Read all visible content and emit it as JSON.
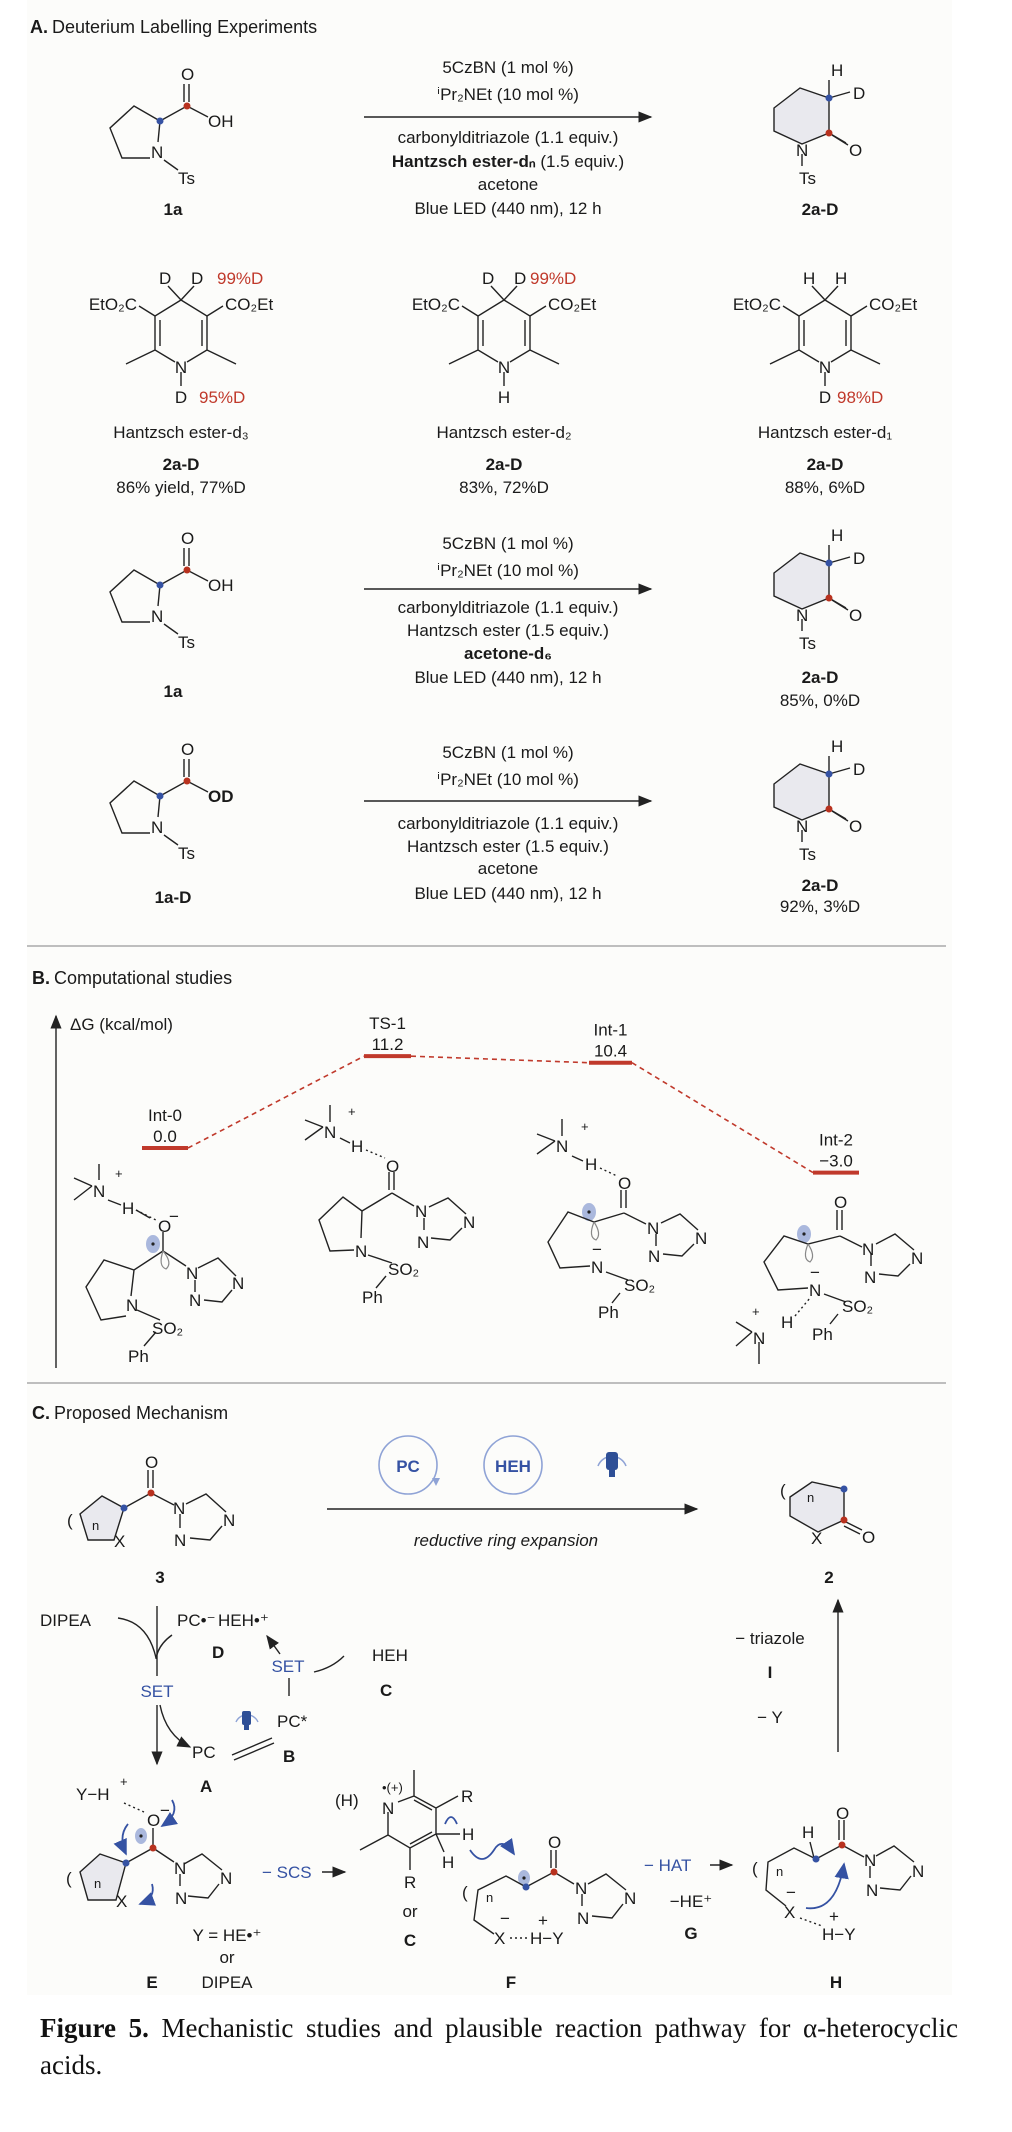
{
  "colors": {
    "deuterium_red": "#c0392b",
    "radical_blue": "#3552a3",
    "energy_bar": "#c0392b"
  },
  "sectionA": {
    "letter": "A.",
    "title": "Deuterium Labelling Experiments",
    "reactions": [
      {
        "sm_label": "1a",
        "sm_atoms": [
          "O",
          "OH",
          "N",
          "Ts"
        ],
        "conditions": [
          "5CzBN (1 mol %)",
          "ⁱPr₂NEt (10 mol %)",
          "carbonylditriazole (1.1 equiv.)",
          "Hantzsch ester-dₙ",
          " (1.5 equiv.)",
          "acetone",
          "Blue LED (440 nm), 12 h"
        ],
        "product_label": "2a-D",
        "product_atoms": [
          "H",
          "D",
          "N",
          "O",
          "Ts"
        ],
        "result": ""
      },
      {
        "sm_label": "1a",
        "sm_atoms": [
          "O",
          "OH",
          "N",
          "Ts"
        ],
        "conditions": [
          "5CzBN (1 mol %)",
          "ⁱPr₂NEt (10 mol %)",
          "carbonylditriazole (1.1 equiv.)",
          "Hantzsch ester (1.5 equiv.)",
          "acetone-d₆",
          "Blue LED (440 nm), 12 h"
        ],
        "product_label": "2a-D",
        "product_atoms": [
          "H",
          "D",
          "N",
          "O",
          "Ts"
        ],
        "result": "85%, 0%D"
      },
      {
        "sm_label": "1a-D",
        "sm_atoms": [
          "O",
          "OD",
          "N",
          "Ts"
        ],
        "conditions": [
          "5CzBN (1 mol %)",
          "ⁱPr₂NEt (10 mol %)",
          "carbonylditriazole (1.1 equiv.)",
          "Hantzsch ester (1.5 equiv.)",
          "acetone",
          "Blue LED (440 nm), 12 h"
        ],
        "product_label": "2a-D",
        "product_atoms": [
          "H",
          "D",
          "N",
          "O",
          "Ts"
        ],
        "result": "92%, 3%D"
      }
    ],
    "hantzsch_esters": [
      {
        "c4_left": "D",
        "c4_right": "D",
        "c4_pct": "99%D",
        "ester_left": "EtO₂C",
        "ester_right": "CO₂Et",
        "n_atom": "N",
        "n_sub": "D",
        "n_pct": "95%D",
        "name": "Hantzsch ester-d₃",
        "product": "2a-D",
        "result": "86% yield, 77%D"
      },
      {
        "c4_left": "D",
        "c4_right": "D",
        "c4_pct": "99%D",
        "ester_left": "EtO₂C",
        "ester_right": "CO₂Et",
        "n_atom": "N",
        "n_sub": "H",
        "n_pct": "",
        "name": "Hantzsch ester-d₂",
        "product": "2a-D",
        "result": "83%, 72%D"
      },
      {
        "c4_left": "H",
        "c4_right": "H",
        "c4_pct": "",
        "ester_left": "EtO₂C",
        "ester_right": "CO₂Et",
        "n_atom": "N",
        "n_sub": "D",
        "n_pct": "98%D",
        "name": "Hantzsch ester-d₁",
        "product": "2a-D",
        "result": "88%, 6%D"
      }
    ]
  },
  "sectionB": {
    "letter": "B.",
    "title": "Computational studies",
    "axis_label": "ΔG (kcal/mol)",
    "states": [
      {
        "name": "Int-0",
        "energy": "0.0",
        "value": 0.0
      },
      {
        "name": "TS-1",
        "energy": "11.2",
        "value": 11.2
      },
      {
        "name": "Int-1",
        "energy": "10.4",
        "value": 10.4
      },
      {
        "name": "Int-2",
        "energy": "−3.0",
        "value": -3.0
      }
    ],
    "int0_atoms": [
      "N",
      "+",
      "H",
      "O",
      "−",
      "N",
      "SO₂",
      "Ph",
      "N",
      "N",
      "N"
    ],
    "ts1_atoms": [
      "N",
      "+",
      "H",
      "O",
      "N",
      "SO₂",
      "Ph",
      "N",
      "N",
      "N"
    ],
    "int1_atoms": [
      "N",
      "+",
      "H",
      "O",
      "N",
      "−",
      "SO₂",
      "Ph",
      "N",
      "N",
      "N"
    ],
    "int2_atoms": [
      "O",
      "N",
      "−",
      "SO₂",
      "Ph",
      "N",
      "N",
      "N",
      "N",
      "+",
      "H"
    ]
  },
  "sectionC": {
    "letter": "C.",
    "title": "Proposed Mechanism",
    "sm_label": "3",
    "sm_atoms": [
      "O",
      "(",
      "n",
      "X",
      "N",
      "N",
      "N"
    ],
    "circles": [
      "PC",
      "HEH"
    ],
    "arrow_label": "reductive ring expansion",
    "product_label": "2",
    "product_atoms": [
      "(",
      "n",
      "X",
      "O"
    ],
    "cycle": {
      "dipea": "DIPEA",
      "pc_rad_anion": "PC•⁻",
      "heh_rad_cation": "HEH•⁺",
      "D": "D",
      "set_left": "SET",
      "set_right": "SET",
      "heh": "HEH",
      "C": "C",
      "pc_excited": "PC*",
      "pc": "PC",
      "A": "A",
      "B": "B"
    },
    "E": {
      "yh": "Y−H",
      "plus": "+",
      "atoms": [
        "O",
        "−",
        "(",
        "n",
        "X",
        "N",
        "N",
        "N"
      ],
      "y_def_1": "Y = HE•⁺",
      "y_def_2": "or",
      "y_def_3": "DIPEA",
      "label": "E"
    },
    "scs": "− SCS",
    "pyridine": {
      "atoms": [
        "(H)",
        "•(+)",
        "N",
        "R",
        "H",
        "H",
        "R"
      ],
      "or": "or",
      "label": "C"
    },
    "F": {
      "atoms": [
        "O",
        "(",
        "n",
        "−",
        "X",
        "+",
        "H−Y",
        "N",
        "N",
        "N"
      ],
      "label": "F"
    },
    "hat": "− HAT",
    "he_loss": "−HE⁺",
    "G": "G",
    "H": {
      "atoms": [
        "H",
        "O",
        "(",
        "n",
        "−",
        "X",
        "+",
        "H−Y",
        "N",
        "N",
        "N"
      ],
      "label": "H"
    },
    "triazole_loss": "− triazole",
    "I": "I",
    "y_loss": "− Y"
  },
  "caption": {
    "label": "Figure 5.",
    "text": "Mechanistic studies and plausible reaction pathway for α-heterocyclic acids."
  }
}
